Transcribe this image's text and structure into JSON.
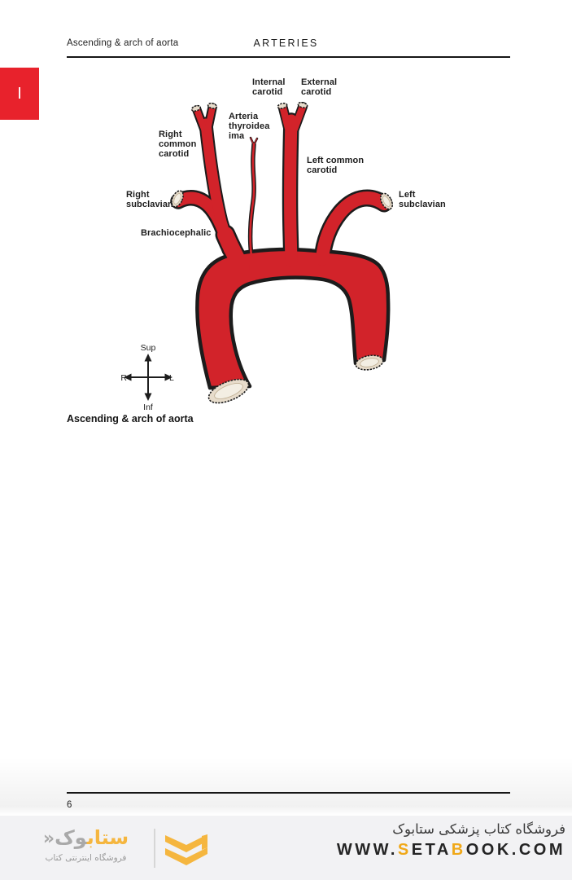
{
  "colors": {
    "tab-red": "#e8222c",
    "artery-red": "#d2232a",
    "outline-black": "#1c1c1c",
    "cut-cream": "#e7dccb",
    "cut-cream-light": "#f3eee3",
    "brand-yellow": "#f5b63f",
    "brand-yellow-deep": "#f0a818",
    "logo-gray": "#a9a9a9",
    "footer-bg": "#f2f2f4"
  },
  "header": {
    "left_title": "Ascending & arch of aorta",
    "center_title": "ARTERIES"
  },
  "section_tab": {
    "label": "I"
  },
  "figure": {
    "labels": {
      "internal_carotid": "Internal\ncarotid",
      "external_carotid": "External\ncarotid",
      "arteria_thyroidea_ima": "Arteria\nthyroidea\nima",
      "right_common_carotid": "Right\ncommon\ncarotid",
      "left_common_carotid": "Left common\ncarotid",
      "right_subclavian": "Right\nsubclavian",
      "left_subclavian": "Left\nsubclavian",
      "brachiocephalic": "Brachiocephalic"
    },
    "compass": {
      "up": "Sup",
      "down": "Inf",
      "left": "R",
      "right": "L"
    },
    "caption": "Ascending & arch of aorta"
  },
  "page_number": "6",
  "footer": {
    "logo": {
      "wordmark_yellow": "ستاب",
      "wordmark_gray": "وک",
      "wordmark_mark": "«",
      "subtext": "فروشگاه اینترنتی کتاب"
    },
    "tagline": "فروشگاه کتاب پزشکی ستابوک",
    "url": {
      "p1": "WWW.",
      "p2": "S",
      "p3": "ETA",
      "p4": "B",
      "p5": "OOK.COM"
    }
  }
}
